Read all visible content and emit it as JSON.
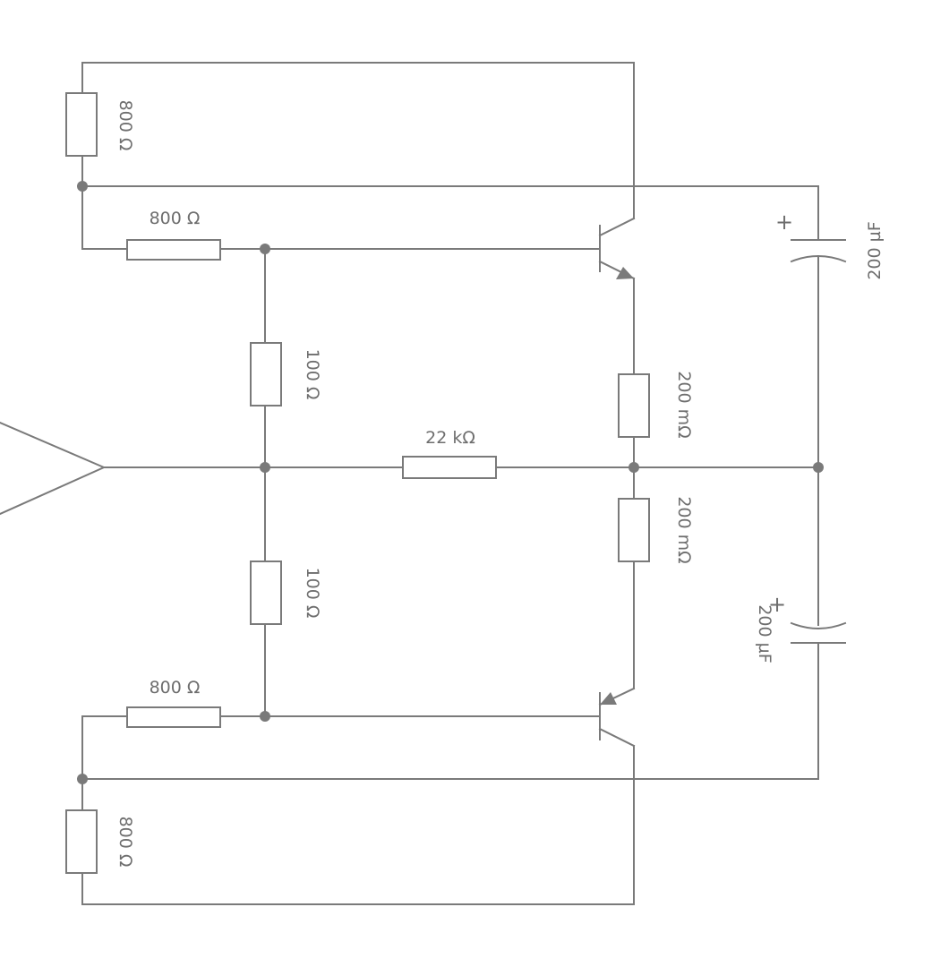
{
  "colors": {
    "stroke": "#7a7a7a",
    "label": "#6e6e6e",
    "background": "#ffffff"
  },
  "labels": {
    "r_top_outer": "800 Ω",
    "r_top_base": "800 Ω",
    "r_mid_upper": "100 Ω",
    "r_mid_lower": "100 Ω",
    "r_feedback": "22 kΩ",
    "r_emitter_upper": "200 mΩ",
    "r_emitter_lower": "200 mΩ",
    "c_upper": "200 µF",
    "c_upper_plus": "+",
    "c_lower": "200 µF",
    "c_lower_plus": "+",
    "r_bot_base": "800 Ω",
    "r_bot_outer": "800 Ω"
  }
}
